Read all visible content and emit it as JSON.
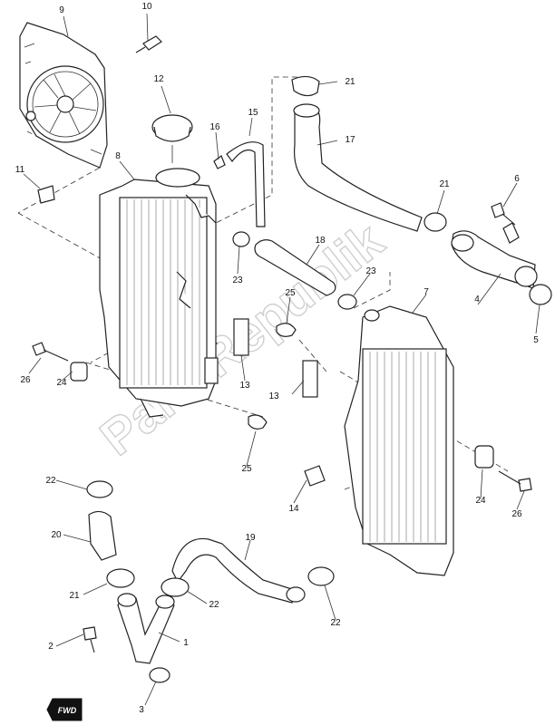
{
  "watermark": "PartsRepublik",
  "fwd_label": "FWD",
  "callouts": [
    {
      "id": "c9",
      "text": "9"
    },
    {
      "id": "c10",
      "text": "10"
    },
    {
      "id": "c12",
      "text": "12"
    },
    {
      "id": "c16",
      "text": "16"
    },
    {
      "id": "c15",
      "text": "15"
    },
    {
      "id": "c21a",
      "text": "21"
    },
    {
      "id": "c17",
      "text": "17"
    },
    {
      "id": "c11",
      "text": "11"
    },
    {
      "id": "c8",
      "text": "8"
    },
    {
      "id": "c6",
      "text": "6"
    },
    {
      "id": "c21b",
      "text": "21"
    },
    {
      "id": "c18",
      "text": "18"
    },
    {
      "id": "c23a",
      "text": "23"
    },
    {
      "id": "c23b",
      "text": "23"
    },
    {
      "id": "c4",
      "text": "4"
    },
    {
      "id": "c5",
      "text": "5"
    },
    {
      "id": "c7",
      "text": "7"
    },
    {
      "id": "c25a",
      "text": "25"
    },
    {
      "id": "c26a",
      "text": "26"
    },
    {
      "id": "c24a",
      "text": "24"
    },
    {
      "id": "c13a",
      "text": "13"
    },
    {
      "id": "c13b",
      "text": "13"
    },
    {
      "id": "c25b",
      "text": "25"
    },
    {
      "id": "c22a",
      "text": "22"
    },
    {
      "id": "c14",
      "text": "14"
    },
    {
      "id": "c24b",
      "text": "24"
    },
    {
      "id": "c26b",
      "text": "26"
    },
    {
      "id": "c20",
      "text": "20"
    },
    {
      "id": "c19",
      "text": "19"
    },
    {
      "id": "c21c",
      "text": "21"
    },
    {
      "id": "c22b",
      "text": "22"
    },
    {
      "id": "c22c",
      "text": "22"
    },
    {
      "id": "c2",
      "text": "2"
    },
    {
      "id": "c1",
      "text": "1"
    },
    {
      "id": "c3",
      "text": "3"
    }
  ]
}
